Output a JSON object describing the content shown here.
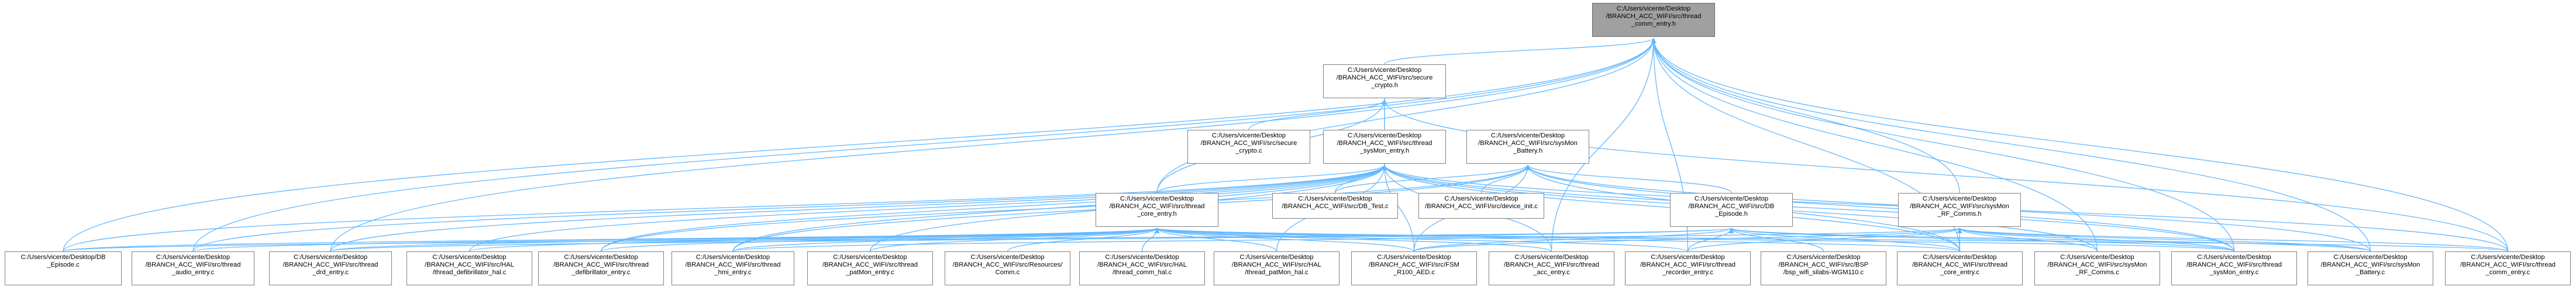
{
  "colors": {
    "edge": "#63b8ff",
    "node_border": "#808080",
    "root_fill": "#a0a0a0",
    "node_fill": "#ffffff"
  },
  "nodes": {
    "root": {
      "lines": [
        "C:/Users/vicente/Desktop",
        "/BRANCH_ACC_WIFI/src/thread",
        "_comm_entry.h"
      ]
    },
    "crypto_h": {
      "lines": [
        "C:/Users/vicente/Desktop",
        "/BRANCH_ACC_WIFI/src/secure",
        "_crypto.h"
      ]
    },
    "crypto_c": {
      "lines": [
        "C:/Users/vicente/Desktop",
        "/BRANCH_ACC_WIFI/src/secure",
        "_crypto.c"
      ]
    },
    "sysmon_h": {
      "lines": [
        "C:/Users/vicente/Desktop",
        "/BRANCH_ACC_WIFI/src/thread",
        "_sysMon_entry.h"
      ]
    },
    "battery_h": {
      "lines": [
        "C:/Users/vicente/Desktop",
        "/BRANCH_ACC_WIFI/src/sysMon",
        "_Battery.h"
      ]
    },
    "dbtest": {
      "lines": [
        "C:/Users/vicente/Desktop",
        "/BRANCH_ACC_WIFI/src/DB_Test.c"
      ]
    },
    "devinit": {
      "lines": [
        "C:/Users/vicente/Desktop",
        "/BRANCH_ACC_WIFI/src/device_init.c"
      ]
    },
    "core_h": {
      "lines": [
        "C:/Users/vicente/Desktop",
        "/BRANCH_ACC_WIFI/src/thread",
        "_core_entry.h"
      ]
    },
    "dbep_h": {
      "lines": [
        "C:/Users/vicente/Desktop",
        "/BRANCH_ACC_WIFI/src/DB",
        "_Episode.h"
      ]
    },
    "rfcomm_h": {
      "lines": [
        "C:/Users/vicente/Desktop",
        "/BRANCH_ACC_WIFI/src/sysMon",
        "_RF_Comms.h"
      ]
    },
    "b1": {
      "lines": [
        "C:/Users/vicente/Desktop/DB",
        "_Episode.c"
      ]
    },
    "b2": {
      "lines": [
        "C:/Users/vicente/Desktop",
        "/BRANCH_ACC_WIFI/src/thread",
        "_audio_entry.c"
      ]
    },
    "b3": {
      "lines": [
        "C:/Users/vicente/Desktop",
        "/BRANCH_ACC_WIFI/src/thread",
        "_drd_entry.c"
      ]
    },
    "b4": {
      "lines": [
        "C:/Users/vicente/Desktop",
        "/BRANCH_ACC_WIFI/src/HAL",
        "/thread_defibrillator_hal.c"
      ]
    },
    "b5": {
      "lines": [
        "C:/Users/vicente/Desktop",
        "/BRANCH_ACC_WIFI/src/thread",
        "_defibrillator_entry.c"
      ]
    },
    "b6": {
      "lines": [
        "C:/Users/vicente/Desktop",
        "/BRANCH_ACC_WIFI/src/thread",
        "_hmi_entry.c"
      ]
    },
    "b7": {
      "lines": [
        "C:/Users/vicente/Desktop",
        "/BRANCH_ACC_WIFI/src/thread",
        "_patMon_entry.c"
      ]
    },
    "b8": {
      "lines": [
        "C:/Users/vicente/Desktop",
        "/BRANCH_ACC_WIFI/src/Resources/",
        "Comm.c"
      ]
    },
    "b9": {
      "lines": [
        "C:/Users/vicente/Desktop",
        "/BRANCH_ACC_WIFI/src/HAL",
        "/thread_comm_hal.c"
      ]
    },
    "b10": {
      "lines": [
        "C:/Users/vicente/Desktop",
        "/BRANCH_ACC_WIFI/src/HAL",
        "/thread_patMon_hal.c"
      ]
    },
    "b11": {
      "lines": [
        "C:/Users/vicente/Desktop",
        "/BRANCH_ACC_WIFI/src/FSM",
        "_R100_AED.c"
      ]
    },
    "b12": {
      "lines": [
        "C:/Users/vicente/Desktop",
        "/BRANCH_ACC_WIFI/src/thread",
        "_acc_entry.c"
      ]
    },
    "b13": {
      "lines": [
        "C:/Users/vicente/Desktop",
        "/BRANCH_ACC_WIFI/src/thread",
        "_recorder_entry.c"
      ]
    },
    "b14": {
      "lines": [
        "C:/Users/vicente/Desktop",
        "/BRANCH_ACC_WIFI/src/BSP",
        "/bsp_wifi_silabs-WGM110.c"
      ]
    },
    "b15": {
      "lines": [
        "C:/Users/vicente/Desktop",
        "/BRANCH_ACC_WIFI/src/thread",
        "_core_entry.c"
      ]
    },
    "b16": {
      "lines": [
        "C:/Users/vicente/Desktop",
        "/BRANCH_ACC_WIFI/src/sysMon",
        "_RF_Comms.c"
      ]
    },
    "b17": {
      "lines": [
        "C:/Users/vicente/Desktop",
        "/BRANCH_ACC_WIFI/src/thread",
        "_sysMon_entry.c"
      ]
    },
    "b18": {
      "lines": [
        "C:/Users/vicente/Desktop",
        "/BRANCH_ACC_WIFI/src/sysMon",
        "_Battery.c"
      ]
    },
    "b19": {
      "lines": [
        "C:/Users/vicente/Desktop",
        "/BRANCH_ACC_WIFI/src/thread",
        "_comm_entry.c"
      ]
    }
  }
}
